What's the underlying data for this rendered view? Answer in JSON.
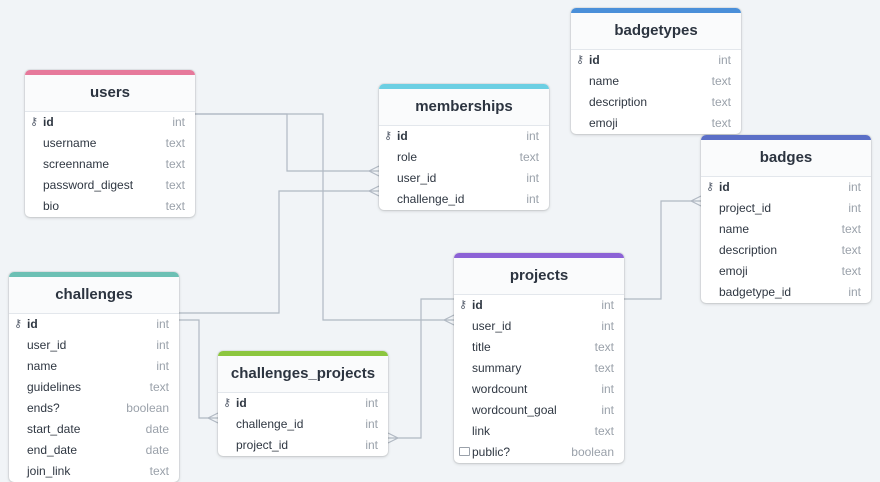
{
  "colors": {
    "users": "#e6799b",
    "memberships": "#6ccfe3",
    "badgetypes": "#4a8fd9",
    "badges": "#5b6fc7",
    "challenges": "#6cc0b4",
    "challenges_projects": "#8cc63f",
    "projects": "#8c62d6",
    "connector": "#b1b9c3"
  },
  "tables": {
    "users": {
      "name": "users",
      "fields": [
        {
          "name": "id",
          "type": "int",
          "pk": true
        },
        {
          "name": "username",
          "type": "text"
        },
        {
          "name": "screenname",
          "type": "text"
        },
        {
          "name": "password_digest",
          "type": "text"
        },
        {
          "name": "bio",
          "type": "text"
        }
      ]
    },
    "memberships": {
      "name": "memberships",
      "fields": [
        {
          "name": "id",
          "type": "int",
          "pk": true
        },
        {
          "name": "role",
          "type": "text"
        },
        {
          "name": "user_id",
          "type": "int"
        },
        {
          "name": "challenge_id",
          "type": "int"
        }
      ]
    },
    "badgetypes": {
      "name": "badgetypes",
      "fields": [
        {
          "name": "id",
          "type": "int",
          "pk": true
        },
        {
          "name": "name",
          "type": "text"
        },
        {
          "name": "description",
          "type": "text"
        },
        {
          "name": "emoji",
          "type": "text"
        }
      ]
    },
    "badges": {
      "name": "badges",
      "fields": [
        {
          "name": "id",
          "type": "int",
          "pk": true
        },
        {
          "name": "project_id",
          "type": "int"
        },
        {
          "name": "name",
          "type": "text"
        },
        {
          "name": "description",
          "type": "text"
        },
        {
          "name": "emoji",
          "type": "text"
        },
        {
          "name": "badgetype_id",
          "type": "int"
        }
      ]
    },
    "challenges": {
      "name": "challenges",
      "fields": [
        {
          "name": "id",
          "type": "int",
          "pk": true
        },
        {
          "name": "user_id",
          "type": "int"
        },
        {
          "name": "name",
          "type": "int"
        },
        {
          "name": "guidelines",
          "type": "text"
        },
        {
          "name": "ends?",
          "type": "boolean"
        },
        {
          "name": "start_date",
          "type": "date"
        },
        {
          "name": "end_date",
          "type": "date"
        },
        {
          "name": "join_link",
          "type": "text"
        }
      ]
    },
    "challenges_projects": {
      "name": "challenges_projects",
      "fields": [
        {
          "name": "id",
          "type": "int",
          "pk": true
        },
        {
          "name": "challenge_id",
          "type": "int"
        },
        {
          "name": "project_id",
          "type": "int"
        }
      ]
    },
    "projects": {
      "name": "projects",
      "fields": [
        {
          "name": "id",
          "type": "int",
          "pk": true
        },
        {
          "name": "user_id",
          "type": "int"
        },
        {
          "name": "title",
          "type": "text"
        },
        {
          "name": "summary",
          "type": "text"
        },
        {
          "name": "wordcount",
          "type": "int"
        },
        {
          "name": "wordcount_goal",
          "type": "int"
        },
        {
          "name": "link",
          "type": "text"
        },
        {
          "name": "public?",
          "type": "boolean",
          "note": true
        }
      ]
    }
  }
}
